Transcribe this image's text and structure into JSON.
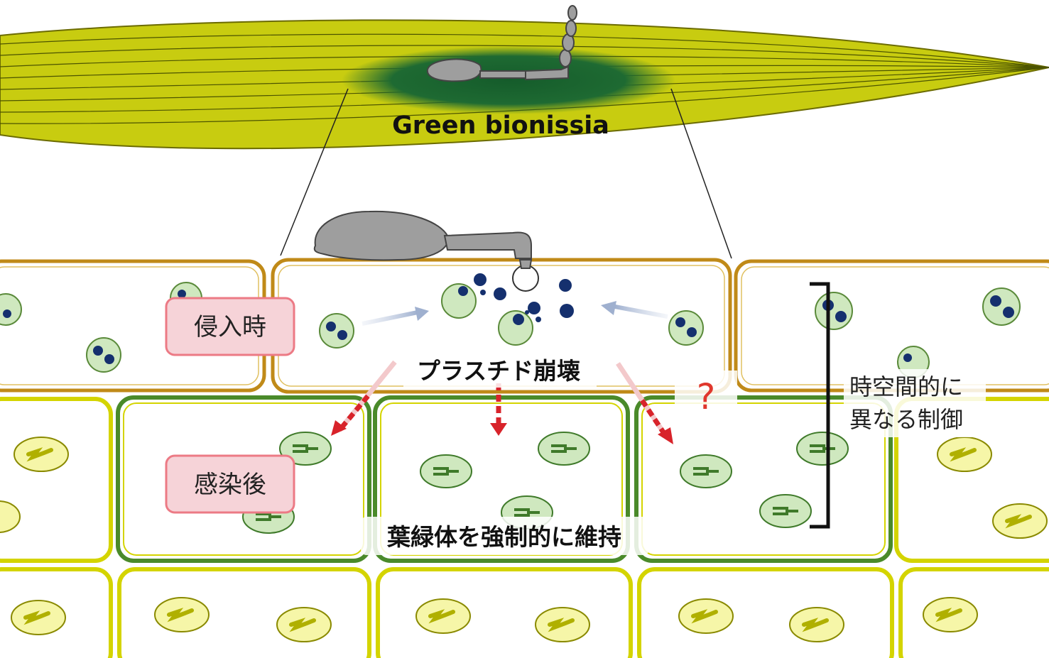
{
  "leaf_label": "Green bionissia",
  "labels": {
    "invasion_stage": "侵入時",
    "post_infection_stage": "感染後",
    "plastid_collapse": "プラスチド崩壊",
    "chloroplast_maintenance": "葉緑体を強制的に維持",
    "unknown_mark": "?",
    "regulation_line1": "時空間的に",
    "regulation_line2": "異なる制御"
  },
  "colors": {
    "leaf_fill": "#c8cc10",
    "green_island": "#1e6a32",
    "epidermis_wall": "#c08a18",
    "mesophyll_wall": "#d4d400",
    "maintained_cell_wall": "#4a8a2a",
    "chloroplast_fill": "#cfe8bf",
    "nucleus_dot": "#15306e",
    "arrow_red": "#d8232a",
    "stage_box_fill": "#f6d3d8",
    "stage_box_border": "#ec7a85",
    "fungus_gray": "#9e9e9e"
  }
}
